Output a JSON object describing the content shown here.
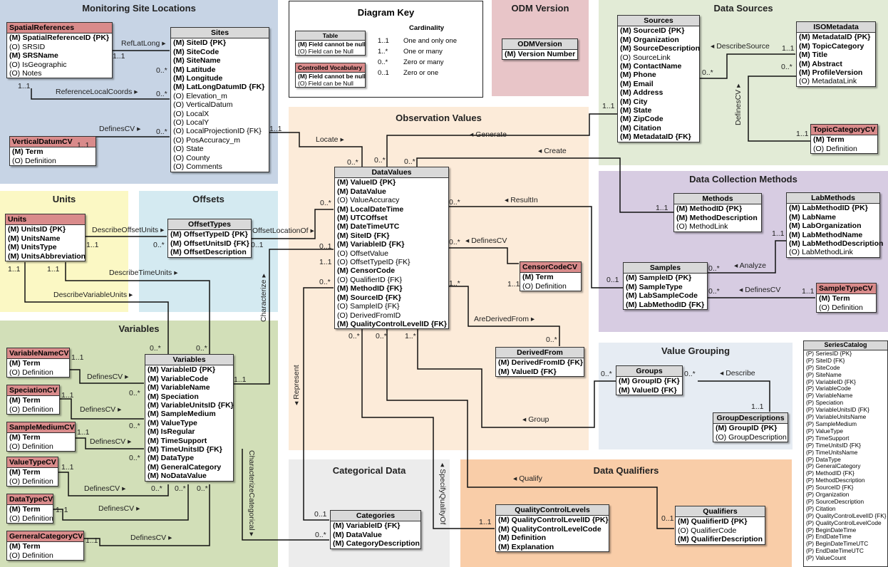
{
  "regions": {
    "monitoring": "Monitoring Site Locations",
    "key": "Diagram Key",
    "odm": "ODM Version",
    "sources": "Data Sources",
    "units": "Units",
    "offsets": "Offsets",
    "observation": "Observation Values",
    "methods": "Data Collection Methods",
    "variables": "Variables",
    "grouping": "Value Grouping",
    "categorical": "Categorical Data",
    "qualifiers": "Data Qualifiers"
  },
  "key": {
    "cardinality_title": "Cardinality",
    "table": {
      "title": "Table",
      "fields": [
        "(M) Field cannot be null",
        "(O) Field can be Null"
      ]
    },
    "cv": {
      "title": "Controlled Vocabulary",
      "fields": [
        "(M) Field cannot be null",
        "(O) Field can be Null"
      ]
    },
    "rows": [
      {
        "code": "1..1",
        "text": "One and only one"
      },
      {
        "code": "1..*",
        "text": "One or many"
      },
      {
        "code": "0..*",
        "text": "Zero or many"
      },
      {
        "code": "0..1",
        "text": "Zero or one"
      }
    ]
  },
  "entities": {
    "spatialreferences": {
      "title": "SpatialReferences",
      "fields": [
        "(M) SpatialReferenceID {PK}",
        "(O) SRSID",
        "(M) SRSName",
        "(O) IsGeographic",
        "(O) Notes"
      ]
    },
    "sites": {
      "title": "Sites",
      "fields": [
        "(M) SiteID {PK}",
        "(M) SiteCode",
        "(M) SiteName",
        "(M) Latitude",
        "(M) Longitude",
        "(M) LatLongDatumID {FK}",
        "(O) Elevation_m",
        "(O) VerticalDatum",
        "(O) LocalX",
        "(O) LocalY",
        "(O) LocalProjectionID {FK}",
        "(O) PosAccuracy_m",
        "(O) State",
        "(O) County",
        "(O) Comments"
      ]
    },
    "verticaldatumcv": {
      "title": "VerticalDatumCV",
      "fields": [
        "(M) Term",
        "(O) Definition"
      ]
    },
    "odmversion": {
      "title": "ODMVersion",
      "fields": [
        "(M) Version Number"
      ]
    },
    "sources": {
      "title": "Sources",
      "fields": [
        "(M) SourceID {PK}",
        "(M) Organization",
        "(M) SourceDescription",
        "(O) SourceLink",
        "(M) ContactName",
        "(M) Phone",
        "(M) Email",
        "(M) Address",
        "(M) City",
        "(M) State",
        "(M) ZipCode",
        "(M) Citation",
        "(M) MetadataID {FK}"
      ]
    },
    "isometadata": {
      "title": "ISOMetadata",
      "fields": [
        "(M) MetadataID {PK}",
        "(M) TopicCategory",
        "(M) Title",
        "(M) Abstract",
        "(M) ProfileVersion",
        "(O) MetadataLink"
      ]
    },
    "topiccategorycv": {
      "title": "TopicCategoryCV",
      "fields": [
        "(M) Term",
        "(O) Definition"
      ]
    },
    "units": {
      "title": "Units",
      "fields": [
        "(M) UnitsID {PK}",
        "(M) UnitsName",
        "(M) UnitsType",
        "(M) UnitsAbbreviation"
      ]
    },
    "offsettypes": {
      "title": "OffsetTypes",
      "fields": [
        "(M) OffsetTypeID {PK}",
        "(M) OffsetUnitsID {FK}",
        "(M) OffsetDescription"
      ]
    },
    "datavalues": {
      "title": "DataValues",
      "fields": [
        "(M) ValueID {PK}",
        "(M) DataValue",
        "(O) ValueAccuracy",
        "(M) LocalDateTime",
        "(M) UTCOffset",
        "(M) DateTimeUTC",
        "(M) SiteID {FK}",
        "(M) VariableID {FK}",
        "(O) OffsetValue",
        "(O) OffsetTypeID {FK}",
        "(M) CensorCode",
        "(O) QualifierID {FK}",
        "(M) MethodID {FK}",
        "(M) SourceID {FK}",
        "(O) SampleID {FK}",
        "(O) DerivedFromID",
        "(M) QualityControlLevelID {FK}"
      ]
    },
    "censorcodecv": {
      "title": "CensorCodeCV",
      "fields": [
        "(M) Term",
        "(O) Definition"
      ]
    },
    "derivedfrom": {
      "title": "DerivedFrom",
      "fields": [
        "(M) DerivedFromID {FK}",
        "(M) ValueID {FK}"
      ]
    },
    "methods": {
      "title": "Methods",
      "fields": [
        "(M) MethodID {PK}",
        "(M) MethodDescription",
        "(O) MethodLink"
      ]
    },
    "labmethods": {
      "title": "LabMethods",
      "fields": [
        "(M) LabMethodID {PK}",
        "(M) LabName",
        "(M) LabOrganization",
        "(M) LabMethodName",
        "(M) LabMethodDescription",
        "(O) LabMethodLink"
      ]
    },
    "samples": {
      "title": "Samples",
      "fields": [
        "(M) SampleID {PK}",
        "(M) SampleType",
        "(M) LabSampleCode",
        "(M) LabMethodID {FK}"
      ]
    },
    "sampletypecv": {
      "title": "SampleTypeCV",
      "fields": [
        "(M) Term",
        "(O) Definition"
      ]
    },
    "variablenamecv": {
      "title": "VariableNameCV",
      "fields": [
        "(M) Term",
        "(O) Definition"
      ]
    },
    "speciationcv": {
      "title": "SpeciationCV",
      "fields": [
        "(M) Term",
        "(O) Definition"
      ]
    },
    "samplemediumcv": {
      "title": "SampleMediumCV",
      "fields": [
        "(M) Term",
        "(O) Definition"
      ]
    },
    "valuetypecv": {
      "title": "ValueTypeCV",
      "fields": [
        "(M) Term",
        "(O) Definition"
      ]
    },
    "datatypecv": {
      "title": "DataTypeCV",
      "fields": [
        "(M) Term",
        "(O) Definition"
      ]
    },
    "generalcategorycv": {
      "title": "GerneralCategoryCV",
      "fields": [
        "(M) Term",
        "(O) Definition"
      ]
    },
    "variables": {
      "title": "Variables",
      "fields": [
        "(M) VariableID {PK}",
        "(M) VariableCode",
        "(M) VariableName",
        "(M) Speciation",
        "(M) VariableUnitsID {FK}",
        "(M) SampleMedium",
        "(M) ValueType",
        "(M) IsRegular",
        "(M) TimeSupport",
        "(M) TimeUnitsID {FK}",
        "(M) DataType",
        "(M) GeneralCategory",
        "(M) NoDataValue"
      ]
    },
    "groups": {
      "title": "Groups",
      "fields": [
        "(M) GroupID {FK}",
        "(M) ValueID {FK}"
      ]
    },
    "groupdescriptions": {
      "title": "GroupDescriptions",
      "fields": [
        "(M) GroupID {PK}",
        "(O) GroupDescription"
      ]
    },
    "categories": {
      "title": "Categories",
      "fields": [
        "(M) VariableID {FK}",
        "(M) DataValue",
        "(M) CategoryDescription"
      ]
    },
    "qualitycontrollevels": {
      "title": "QualityControlLevels",
      "fields": [
        "(M) QualityControlLevelID {PK}",
        "(M) QualityControlLevelCode",
        "(M) Definition",
        "(M) Explanation"
      ]
    },
    "qualifiers": {
      "title": "Qualifiers",
      "fields": [
        "(M) QualifierID {PK}",
        "(O) QualifierCode",
        "(M) QualifierDescription"
      ]
    }
  },
  "series_catalog": {
    "title": "SeriesCatalog",
    "fields": [
      "(P) SeriesID {PK}",
      "(P) SiteID {FK}",
      "(P) SiteCode",
      "(P) SiteName",
      "(P) VariableID {FK}",
      "(P) VariableCode",
      "(P) VariableName",
      "(P) Speciation",
      "(P) VariableUnitsID {FK}",
      "(P) VariableUnitsName",
      "(P) SampleMedium",
      "(P) ValueType",
      "(P) TimeSupport",
      "(P) TimeUnitsID {FK}",
      "(P) TimeUnitsName",
      "(P) DataType",
      "(P) GeneralCategory",
      "(P) MethodID {FK}",
      "(P) MethodDescription",
      "(P) SourceID {FK}",
      "(P) Organization",
      "(P) SourceDescription",
      "(P) Citation",
      "(P) QualityControlLevelID {FK}",
      "(P) QualityControlLevelCode",
      "(P) BeginDateTime",
      "(P) EndDateTime",
      "(P) BeginDateTimeUTC",
      "(P) EndDateTimeUTC",
      "(P) ValueCount"
    ]
  },
  "relations": [
    {
      "id": "reflatlong",
      "text": "RefLatLong ▸"
    },
    {
      "id": "referencelocalcoords",
      "text": "ReferenceLocalCoords ▸"
    },
    {
      "id": "definescv-vd",
      "text": "DefinesCV ▸"
    },
    {
      "id": "locate",
      "text": "Locate ▸"
    },
    {
      "id": "generate",
      "text": "◂ Generate"
    },
    {
      "id": "create",
      "text": "◂ Create"
    },
    {
      "id": "describesource",
      "text": "◂ DescribeSource"
    },
    {
      "id": "definescv-topic",
      "text": "DefinesCV ▸"
    },
    {
      "id": "describeoffsetunits",
      "text": "DescribeOffsetUnits ▸"
    },
    {
      "id": "offsetlocationof",
      "text": "OffsetLocationOf ▸"
    },
    {
      "id": "describetimeunits",
      "text": "DescribeTimeUnits ▸"
    },
    {
      "id": "describevariableunits",
      "text": "DescribeVariableUnits ▸"
    },
    {
      "id": "characterize",
      "text": "Characterize ▸"
    },
    {
      "id": "resultin",
      "text": "◂ ResultIn"
    },
    {
      "id": "definescv-censor",
      "text": "◂ DefinesCV"
    },
    {
      "id": "arederivedfrom",
      "text": "AreDerivedFrom ▸"
    },
    {
      "id": "analyze",
      "text": "◂ Analyze"
    },
    {
      "id": "definescv-sampletype",
      "text": "◂ DefinesCV"
    },
    {
      "id": "definescv-varname",
      "text": "DefinesCV ▸"
    },
    {
      "id": "definescv-spec",
      "text": "DefinesCV ▸"
    },
    {
      "id": "definescv-medium",
      "text": "DefinesCV ▸"
    },
    {
      "id": "definescv-valuetype",
      "text": "DefinesCV ▸"
    },
    {
      "id": "definescv-datatype",
      "text": "DefinesCV ▸"
    },
    {
      "id": "definescv-gencat",
      "text": "DefinesCV ▸"
    },
    {
      "id": "characterizecategorical",
      "text": "CharacterizeCategorical ▸"
    },
    {
      "id": "represent",
      "text": "◂ Represent"
    },
    {
      "id": "specifyqualityof",
      "text": "◂ SpecifyQualityOf"
    },
    {
      "id": "group",
      "text": "◂ Group"
    },
    {
      "id": "describe",
      "text": "◂ Describe"
    },
    {
      "id": "qualify",
      "text": "◂ Qualify"
    }
  ],
  "cardinality_labels": [
    "1..1",
    "0..*",
    "1..1",
    "0..*",
    "1..1",
    "0..*",
    "1..1",
    "0..*",
    "0..*",
    "0..*",
    "1..1",
    "0..*",
    "1..1",
    "0..*",
    "1..1",
    "1..1",
    "0..*",
    "0..1",
    "0..*",
    "1..1",
    "1..1",
    "0..*",
    "1..1",
    "1..1",
    "0..*",
    "0..*",
    "1..1",
    "0..*",
    "1..*",
    "0..*",
    "1..1",
    "0..*",
    "0..1",
    "0..*",
    "1..1",
    "1..1",
    "0..*",
    "1..1",
    "0..*",
    "1..1",
    "0..*",
    "1..1",
    "0..*",
    "1..1",
    "0..*",
    "1..1",
    "0..*",
    "1..1",
    "0..*",
    "0..*",
    "0..*",
    "0..1",
    "0..*",
    "1..*",
    "0..*",
    "0..*",
    "1..1",
    "0..1",
    "1..1",
    "0..1"
  ]
}
